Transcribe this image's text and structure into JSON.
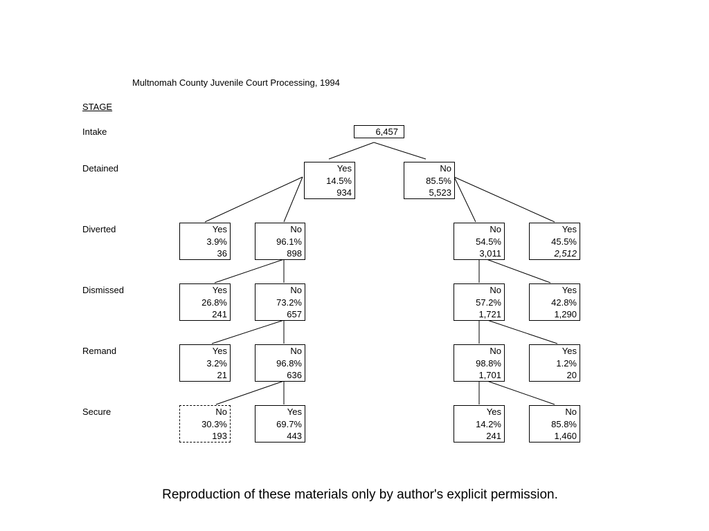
{
  "title": "Multnomah County Juvenile Court Processing, 1994",
  "stage_heading": "STAGE",
  "stages": {
    "intake": "Intake",
    "detained": "Detained",
    "diverted": "Diverted",
    "dismissed": "Dismissed",
    "remand": "Remand",
    "secure": "Secure"
  },
  "nodes": {
    "intake": {
      "value": "6,457"
    },
    "detained_yes": {
      "label": "Yes",
      "pct": "14.5%",
      "count": "934"
    },
    "detained_no": {
      "label": "No",
      "pct": "85.5%",
      "count": "5,523"
    },
    "l_diverted_yes": {
      "label": "Yes",
      "pct": "3.9%",
      "count": "36"
    },
    "l_diverted_no": {
      "label": "No",
      "pct": "96.1%",
      "count": "898"
    },
    "r_diverted_no": {
      "label": "No",
      "pct": "54.5%",
      "count": "3,011"
    },
    "r_diverted_yes": {
      "label": "Yes",
      "pct": "45.5%",
      "count": "2,512"
    },
    "l_dismissed_yes": {
      "label": "Yes",
      "pct": "26.8%",
      "count": "241"
    },
    "l_dismissed_no": {
      "label": "No",
      "pct": "73.2%",
      "count": "657"
    },
    "r_dismissed_no": {
      "label": "No",
      "pct": "57.2%",
      "count": "1,721"
    },
    "r_dismissed_yes": {
      "label": "Yes",
      "pct": "42.8%",
      "count": "1,290"
    },
    "l_remand_yes": {
      "label": "Yes",
      "pct": "3.2%",
      "count": "21"
    },
    "l_remand_no": {
      "label": "No",
      "pct": "96.8%",
      "count": "636"
    },
    "r_remand_no": {
      "label": "No",
      "pct": "98.8%",
      "count": "1,701"
    },
    "r_remand_yes": {
      "label": "Yes",
      "pct": "1.2%",
      "count": "20"
    },
    "l_secure_no": {
      "label": "No",
      "pct": "30.3%",
      "count": "193"
    },
    "l_secure_yes": {
      "label": "Yes",
      "pct": "69.7%",
      "count": "443"
    },
    "r_secure_yes": {
      "label": "Yes",
      "pct": "14.2%",
      "count": "241"
    },
    "r_secure_no": {
      "label": "No",
      "pct": "85.8%",
      "count": "1,460"
    }
  },
  "footer": "Reproduction of these materials only by author's explicit permission."
}
